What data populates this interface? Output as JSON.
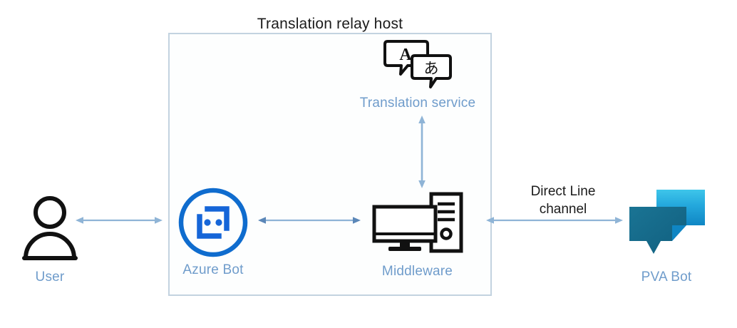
{
  "diagram": {
    "title": "Translation relay host",
    "container_label": "Translation relay host",
    "colors": {
      "label_blue": "#6f9ccb",
      "arrow_blue": "#8fb4d6",
      "azure_blue": "#0f6cce",
      "box_border": "#c3d3e0",
      "pva_front": "#156b8a",
      "pva_back_top": "#3cc0e8",
      "pva_back_bottom": "#0f86c4",
      "text_dark": "#1b1b1b",
      "icon_black": "#111111"
    },
    "nodes": [
      {
        "id": "user",
        "label": "User",
        "icon": "user-person-icon",
        "label_color": "blue",
        "inside_container": false
      },
      {
        "id": "azure-bot",
        "label": "Azure Bot",
        "icon": "azure-bot-icon",
        "label_color": "blue",
        "inside_container": true
      },
      {
        "id": "middleware",
        "label": "Middleware",
        "icon": "desktop-computer-icon",
        "label_color": "blue",
        "inside_container": true
      },
      {
        "id": "translation-service",
        "label": "Translation service",
        "icon": "translation-speech-bubbles-icon",
        "icon_glyphs": [
          "A",
          "あ"
        ],
        "label_color": "blue",
        "inside_container": true
      },
      {
        "id": "pva-bot",
        "label": "PVA Bot",
        "icon": "pva-chat-bubbles-icon",
        "label_color": "blue",
        "inside_container": false
      }
    ],
    "connections": [
      {
        "id": "user-azure",
        "from": "user",
        "to": "azure-bot",
        "direction": "bidirectional",
        "label": ""
      },
      {
        "id": "azure-middleware",
        "from": "azure-bot",
        "to": "middleware",
        "direction": "bidirectional",
        "label": ""
      },
      {
        "id": "middleware-pva",
        "from": "middleware",
        "to": "pva-bot",
        "direction": "bidirectional",
        "label": "Direct Line channel"
      },
      {
        "id": "translation-middleware",
        "from": "translation-service",
        "to": "middleware",
        "direction": "bidirectional",
        "label": ""
      }
    ],
    "annotations": {
      "direct_line_line1": "Direct Line",
      "direct_line_line2": "channel"
    }
  }
}
